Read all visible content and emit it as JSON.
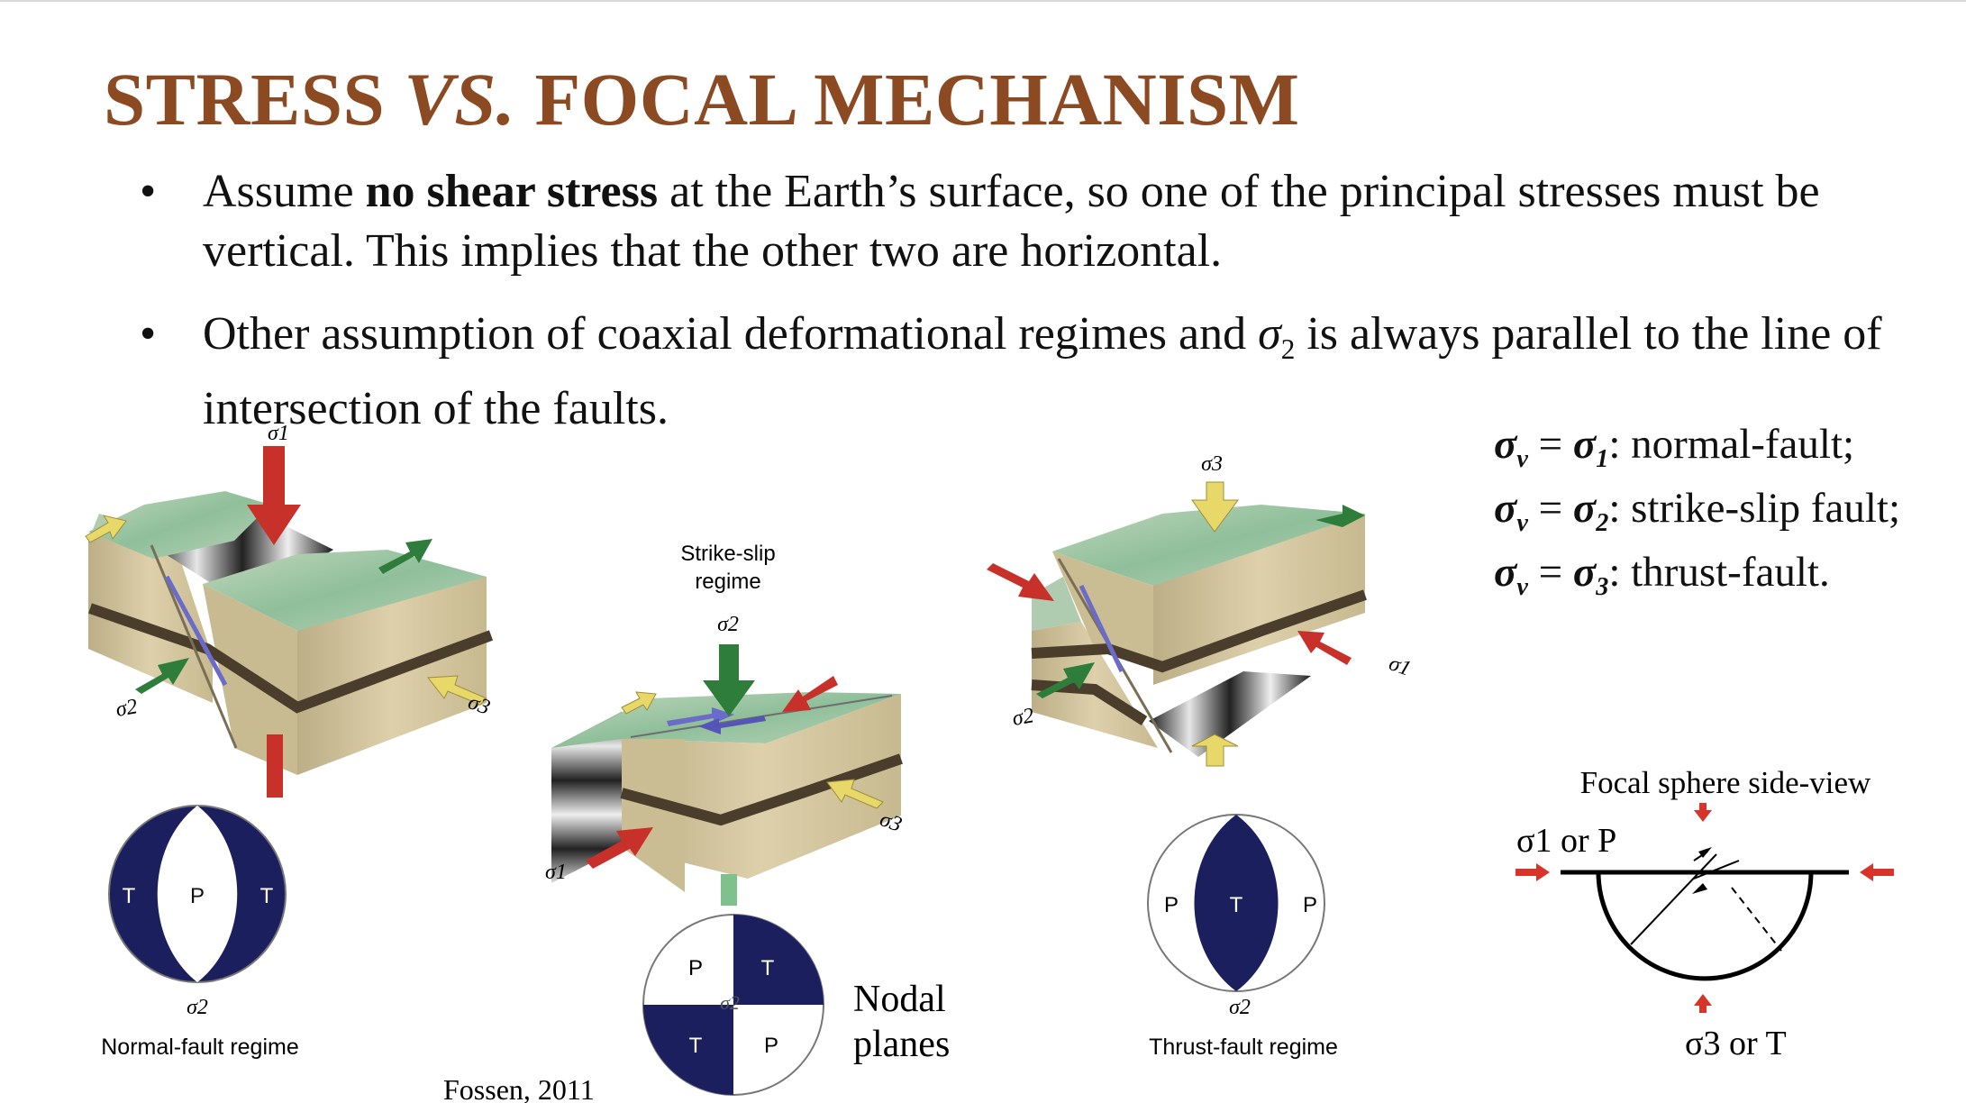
{
  "title": {
    "main": "STRESS ",
    "italic": "VS.",
    "rest": " FOCAL MECHANISM"
  },
  "bullets": [
    {
      "pre": "Assume ",
      "bold": "no shear stress",
      "post": " at the Earth’s surface, so one of the principal stresses must be vertical. This implies that the other two are horizontal."
    },
    {
      "pre": "Other assumption of coaxial deformational regimes and ",
      "sigma": "σ",
      "sub": "2",
      "post": " is always parallel to the line of intersection of the faults."
    }
  ],
  "relations": [
    {
      "lhs": "σ",
      "lhs_sub": "v",
      "rhs": "σ",
      "rhs_sub": "1",
      "text": ": normal-fault;"
    },
    {
      "lhs": "σ",
      "lhs_sub": "v",
      "rhs": "σ",
      "rhs_sub": "2",
      "text": ": strike-slip fault;"
    },
    {
      "lhs": "σ",
      "lhs_sub": "v",
      "rhs": "σ",
      "rhs_sub": "3",
      "text": ": thrust-fault."
    }
  ],
  "normal": {
    "sigma1": "σ1",
    "sigma2": "σ2",
    "sigma3": "σ3",
    "beachball": {
      "left": "T",
      "center": "P",
      "right": "T",
      "bottom": "σ2"
    },
    "caption": "Normal-fault regime"
  },
  "strike_slip": {
    "label_line1": "Strike-slip",
    "label_line2": "regime",
    "sigma1": "σ1",
    "sigma2": "σ2",
    "sigma3": "σ3",
    "beachball": {
      "tl": "P",
      "tr": "T",
      "bl": "T",
      "br": "P",
      "center": "σ2"
    },
    "nodal_line1": "Nodal",
    "nodal_line2": "planes"
  },
  "thrust": {
    "sigma1": "σ1",
    "sigma2": "σ2",
    "sigma3": "σ3",
    "beachball": {
      "left": "P",
      "center": "T",
      "right": "P",
      "bottom": "σ2"
    },
    "caption": "Thrust-fault regime"
  },
  "citation": "Fossen, 2011",
  "focal_sphere": {
    "title": "Focal sphere side-view",
    "left_label": "σ1 or P",
    "bottom_label": "σ3 or T"
  },
  "colors": {
    "title": "#8b4a22",
    "beachball": "#1b1f5e",
    "red_arrow": "#c8312a",
    "green_arrow": "#2f7d3a",
    "yellow_arrow": "#e8d86a",
    "block_side": "#cfc29a",
    "block_top": "#9fc3a6",
    "layer": "#4a3d2c"
  }
}
